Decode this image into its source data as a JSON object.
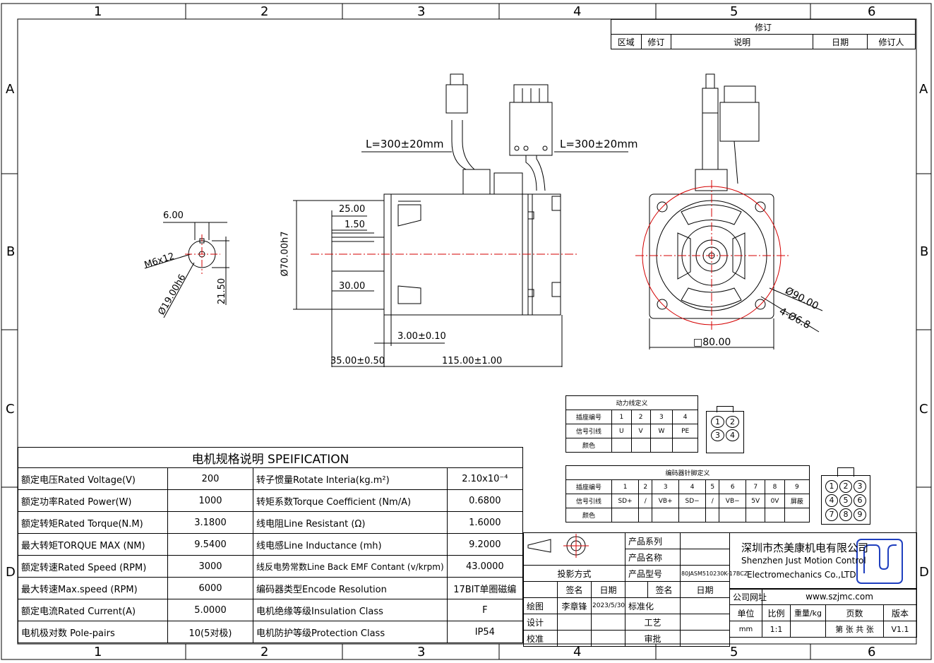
{
  "zones": {
    "cols_top": [
      "1",
      "2",
      "3",
      "4",
      "5",
      "6"
    ],
    "cols_bottom": [
      "1",
      "2",
      "3",
      "4",
      "5",
      "6"
    ],
    "rows_left": [
      "A",
      "B",
      "C",
      "D"
    ],
    "rows_right": [
      "A",
      "B",
      "C",
      "D"
    ]
  },
  "revision_block": {
    "title": "修订",
    "headers": [
      "区域",
      "修订",
      "说明",
      "日期",
      "修订人"
    ]
  },
  "dimensions": {
    "shaft_width": "6.00",
    "key_thread": "M6x12",
    "shaft_dia": "Ø19.00h6",
    "shaft_height": "21.50",
    "key_length": "25.00",
    "key_offset": "1.50",
    "shaft_length": "30.00",
    "pilot_dia": "Ø70.00h7",
    "flange_thickness": "3.00±0.10",
    "shaft_ext": "35.00±0.50",
    "body_length": "115.00±1.00",
    "cable_left": "L=300±20mm",
    "cable_right": "L=300±20mm",
    "bolt_circle": "Ø90.00",
    "bolt_holes": "4-Ø6.8",
    "flange_square": "□80.00"
  },
  "power_table": {
    "title": "动力线定义",
    "rows": [
      {
        "label": "插座编号",
        "cells": [
          "1",
          "2",
          "3",
          "4"
        ]
      },
      {
        "label": "信号引线",
        "cells": [
          "U",
          "V",
          "W",
          "PE"
        ]
      },
      {
        "label": "颜色",
        "cells": [
          "",
          "",
          "",
          ""
        ]
      }
    ],
    "connector_pins": [
      "1",
      "2",
      "3",
      "4"
    ]
  },
  "encoder_table": {
    "title": "编码器针脚定义",
    "rows": [
      {
        "label": "插座编号",
        "cells": [
          "1",
          "2",
          "3",
          "4",
          "5",
          "6",
          "7",
          "8",
          "9"
        ]
      },
      {
        "label": "信号引线",
        "cells": [
          "SD+",
          "/",
          "VB+",
          "SD−",
          "/",
          "VB−",
          "5V",
          "0V",
          "屏蔽"
        ]
      },
      {
        "label": "颜色",
        "cells": [
          "",
          "",
          "",
          "",
          "",
          "",
          "",
          "",
          ""
        ]
      }
    ],
    "connector_pins": [
      "1",
      "2",
      "3",
      "4",
      "5",
      "6",
      "7",
      "8",
      "9"
    ]
  },
  "spec": {
    "title": "电机规格说明 SPEIFICATION",
    "rows": [
      {
        "l_label": "额定电压Rated Voltage(V)",
        "l_val": "200",
        "r_label": "转子惯量Rotate Interia(kg.m²)",
        "r_val": "2.10x10⁻⁴"
      },
      {
        "l_label": "额定功率Rated Power(W)",
        "l_val": "1000",
        "r_label": "转矩系数Torque Coefficient (Nm/A)",
        "r_val": "0.6800"
      },
      {
        "l_label": "额定转矩Rated Torque(N.M)",
        "l_val": "3.1800",
        "r_label": "线电阻Line Resistant (Ω)",
        "r_val": "1.6000"
      },
      {
        "l_label": "最大转矩TORQUE MAX (NM)",
        "l_val": "9.5400",
        "r_label": "线电感Line Inductance (mh)",
        "r_val": "9.2000"
      },
      {
        "l_label": "额定转速Rated Speed (RPM)",
        "l_val": "3000",
        "r_label": "线反电势常数Line Back EMF Contant (v/krpm)",
        "r_val": "43.0000"
      },
      {
        "l_label": "最大转速Max.speed (RPM)",
        "l_val": "6000",
        "r_label": "编码器类型Encode Resolution",
        "r_val": "17BIT单圈磁编"
      },
      {
        "l_label": "额定电流Rated Current(A)",
        "l_val": "5.0000",
        "r_label": "电机绝缘等级Insulation Class",
        "r_val": "F"
      },
      {
        "l_label": "电机极对数 Pole-pairs",
        "l_val": "10(5对极)",
        "r_label": "电机防护等级Protection Class",
        "r_val": "IP54"
      }
    ]
  },
  "title_block": {
    "product_series_label": "产品系列",
    "product_name_label": "产品名称",
    "projection_label": "投影方式",
    "product_model_label": "产品型号",
    "product_model": "80JASM510230K-17BCZ",
    "sign_label": "签名",
    "date_label": "日期",
    "sign_label2": "签名",
    "date_label2": "日期",
    "drawn_label": "绘图",
    "drawn_by": "李章锋",
    "drawn_date": "2023/5/30",
    "standard_label": "标准化",
    "design_label": "设计",
    "process_label": "工艺",
    "check_label": "校准",
    "approve_label": "审批",
    "company_cn": "深圳市杰美康机电有限公司",
    "company_en1": "Shenzhen Just Motion Control",
    "company_en2": "Electromechanics Co.,LTD",
    "website_label": "公司网址",
    "website": "www.szjmc.com",
    "unit_label": "单位",
    "unit": "mm",
    "scale_label": "比例",
    "scale": "1:1",
    "weight_label": "重量/kg",
    "pages_label": "页数",
    "pages_value": "第 张 共 张",
    "version_label": "版本",
    "version": "V1.1"
  },
  "colors": {
    "line": "#000000",
    "circle": "#d40000",
    "centerline": "#d40000",
    "logo": "#1f3fbf"
  }
}
